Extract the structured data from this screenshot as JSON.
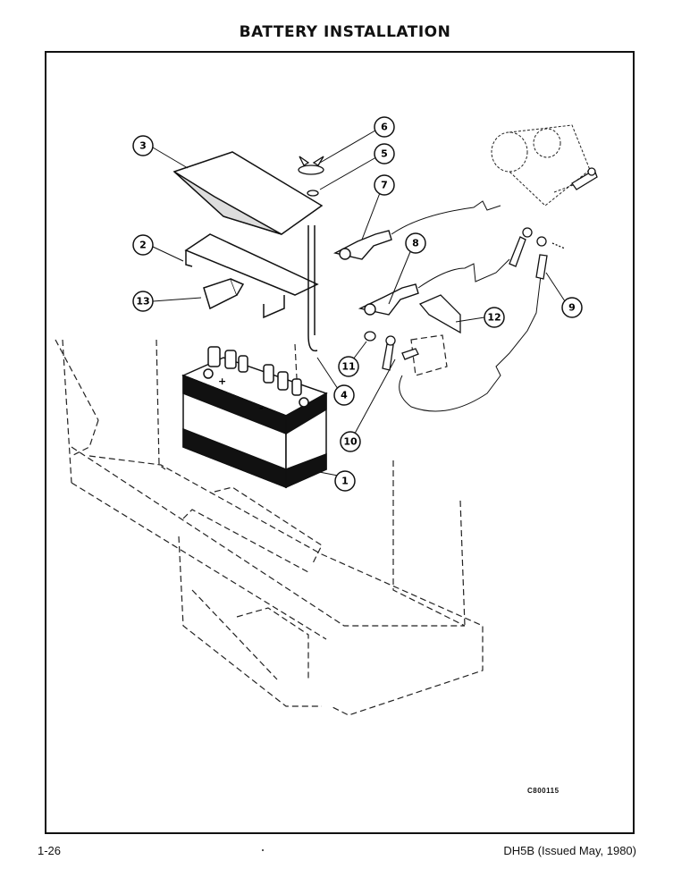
{
  "page_title": "BATTERY INSTALLATION",
  "page_number": "1-26",
  "doc_reference": "DH5B (Issued May, 1980)",
  "figure_code": "C800115",
  "callouts": [
    "1",
    "2",
    "3",
    "4",
    "5",
    "6",
    "7",
    "8",
    "9",
    "10",
    "11",
    "12",
    "13"
  ],
  "battery_labels": {
    "positive": "+",
    "negative": "-"
  }
}
